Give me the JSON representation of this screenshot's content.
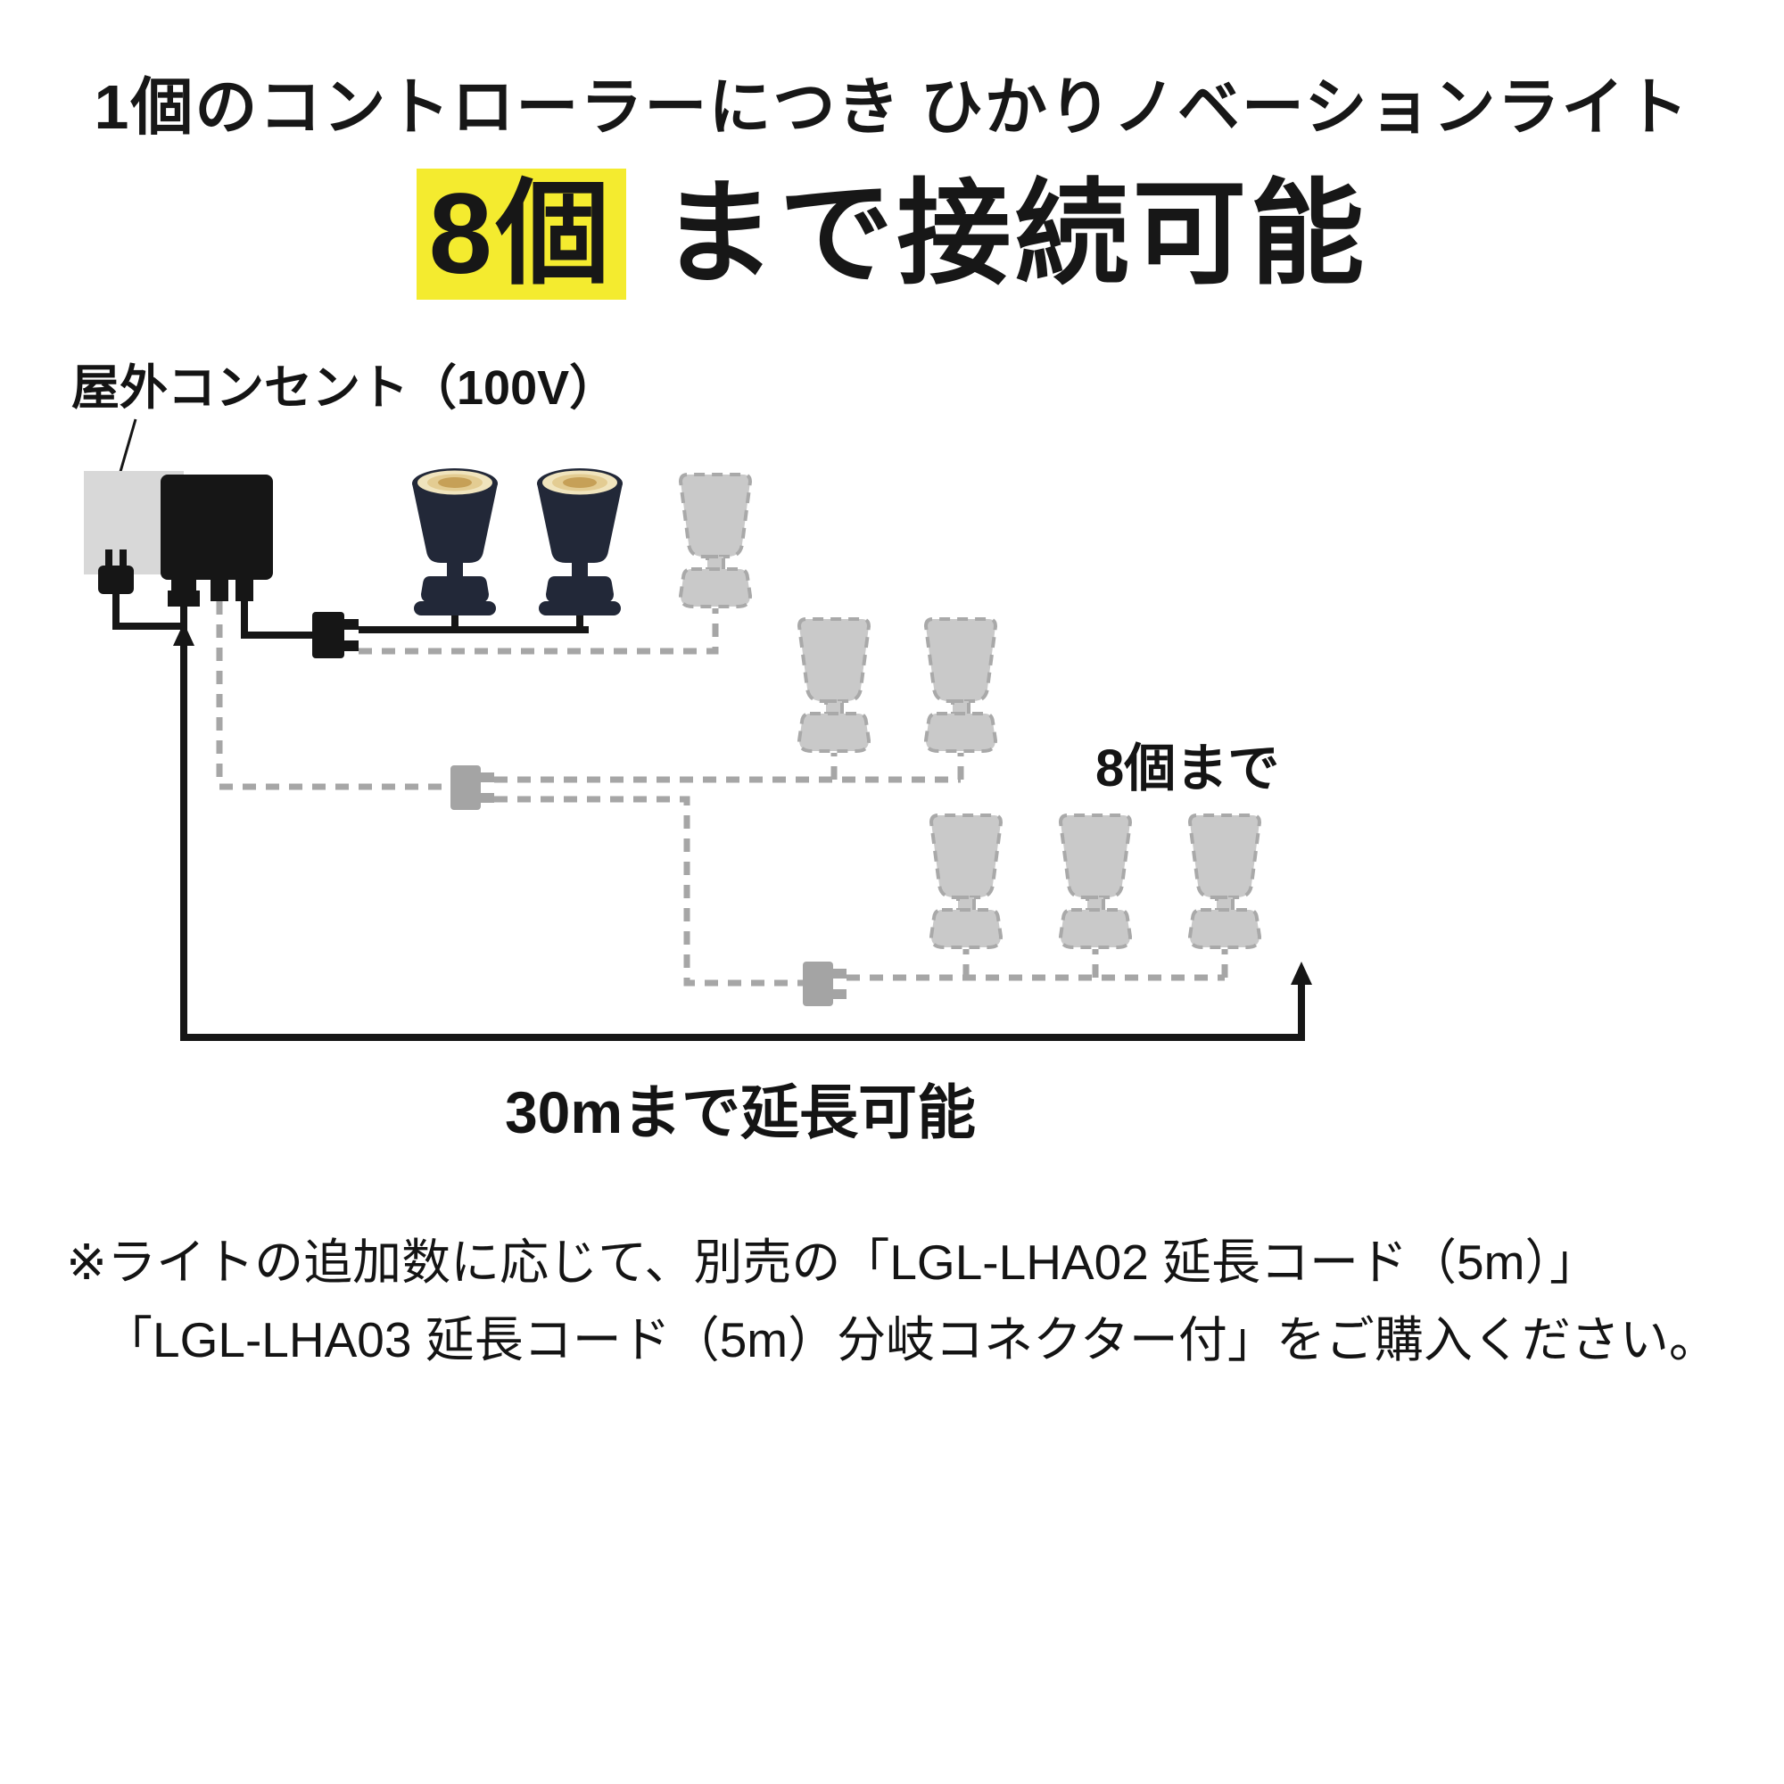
{
  "header": {
    "line1": "1個のコントローラーにつき ひかりノベーションライト",
    "line2_highlight": "8個",
    "line2_rest": " まで接続可能"
  },
  "diagram": {
    "outlet_label": "屋外コンセント（100V）",
    "max_lights_label": "8個まで",
    "extension_label": "30mまで延長可能",
    "colors": {
      "highlight_yellow": "#f4eb2f",
      "spotlight_navy": "#222838",
      "ghost_gray": "#c9c9c9",
      "cable_gray": "#a6a6a6",
      "glow_outer": "#f0e4bd",
      "glow_mid": "#e3cc92",
      "glow_center": "#c6a057"
    }
  },
  "footer": {
    "note_line1": "※ライトの追加数に応じて、別売の「LGL-LHA02 延長コード（5m）」",
    "note_line2": "「LGL-LHA03 延長コード（5m）分岐コネクター付」をご購入ください。"
  }
}
